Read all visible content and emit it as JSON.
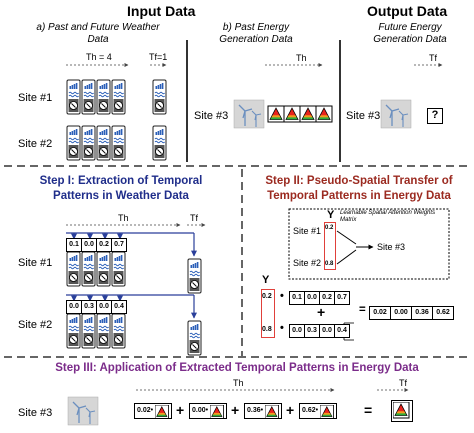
{
  "headers": {
    "input_data": "Input Data",
    "output_data": "Output Data",
    "weather_data": "a) Past and Future Weather Data",
    "past_energy": "b) Past Energy Generation Data",
    "future_energy": "Future Energy Generation Data"
  },
  "time_labels": {
    "th_4": "Th = 4",
    "tf_1": "Tf=1",
    "th": "Th",
    "tf": "Tf"
  },
  "sites": {
    "site1": "Site #1",
    "site2": "Site #2",
    "site3": "Site #3"
  },
  "unknown_symbol": "?",
  "step1": {
    "line1": "Step I: Extraction of Temporal",
    "line2": "Patterns in Weather Data"
  },
  "step2": {
    "line1": "Step II: Pseudo-Spatial Transfer of",
    "line2": "Temporal Patterns in Energy Data",
    "y_label": "Y",
    "attention_label": "Learnable Spatial Attention Weights Matrix",
    "attn_w1": "0.2",
    "attn_w2": "0.8",
    "w1": "0.2",
    "w2": "0.8",
    "v1": [
      "0.1",
      "0.0",
      "0.2",
      "0.7"
    ],
    "v2": [
      "0.0",
      "0.3",
      "0.0",
      "0.4"
    ],
    "result": [
      "0.02",
      "0.00",
      "0.36",
      "0.62"
    ],
    "dot": "•",
    "plus": "+",
    "equals": "="
  },
  "step1_values": {
    "site1": [
      "0.1",
      "0.0",
      "0.2",
      "0.7"
    ],
    "site2": [
      "0.0",
      "0.3",
      "0.0",
      "0.4"
    ]
  },
  "step3": {
    "title": "Step III: Application of Extracted Temporal Patterns in Energy Data",
    "coefs": [
      "0.02•",
      "0.00•",
      "0.36•",
      "0.62•"
    ],
    "plus": "+",
    "equals": "="
  },
  "colors": {
    "navy": "#1f2d8a",
    "maroon": "#9b2a20",
    "purple": "#7b2c8a",
    "dashed_divider": "#666666",
    "highlight_box": "#e0403a",
    "arrow_blue": "#2a3f9a"
  },
  "icons": {
    "weather_card": "weather-icon",
    "wind_turbine": "wind-turbine-icon",
    "energy_triangle": "energy-triangle-icon"
  }
}
